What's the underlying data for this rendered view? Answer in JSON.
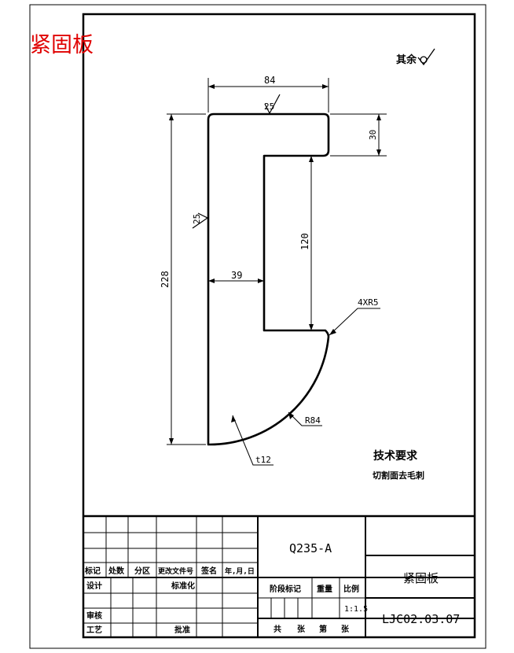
{
  "corner_title": "紧固板",
  "roughness_note": "其余",
  "dimensions": {
    "width_top": "84",
    "roughness_top": "25",
    "height_top_lip": "30",
    "roughness_left": "25",
    "overall_height": "228",
    "slot_height": "120",
    "web_width": "39",
    "fillet": "4XR5",
    "arc_radius": "R84",
    "thickness": "t12"
  },
  "tech_requirements": {
    "title": "技术要求",
    "item": "切割面去毛刺"
  },
  "title_block": {
    "material": "Q235-A",
    "part_name": "紧固板",
    "drawing_number": "LJC02.03.07",
    "scale": "1:1.5",
    "headers": [
      "标记",
      "处数",
      "分区",
      "更改文件号",
      "签名",
      "年,月,日"
    ],
    "design": "设计",
    "standardize": "标准化",
    "review": "审核",
    "process": "工艺",
    "approve": "批准",
    "stage_mark": "阶段标记",
    "weight": "重量",
    "ratio": "比例",
    "total": "共",
    "sheets": "张",
    "sheet_no": "第",
    "zhang2": "张"
  }
}
